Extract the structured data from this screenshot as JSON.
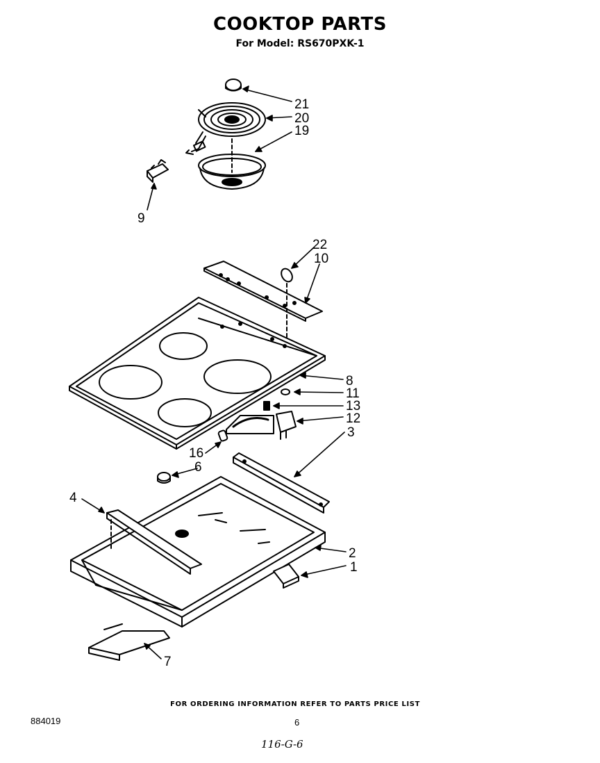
{
  "header": {
    "title": "COOKTOP PARTS",
    "subtitle": "For Model: RS670PXK-1"
  },
  "callouts": [
    "21",
    "20",
    "19",
    "9",
    "22",
    "10",
    "8",
    "11",
    "13",
    "12",
    "3",
    "16",
    "6",
    "4",
    "2",
    "1",
    "7"
  ],
  "footer": {
    "ordering_note": "FOR ORDERING INFORMATION REFER TO PARTS PRICE LIST",
    "doc_number": "884019",
    "page_number": "6",
    "handwritten_note": "116-G-6"
  },
  "colors": {
    "ink": "#000000",
    "paper": "#ffffff"
  }
}
